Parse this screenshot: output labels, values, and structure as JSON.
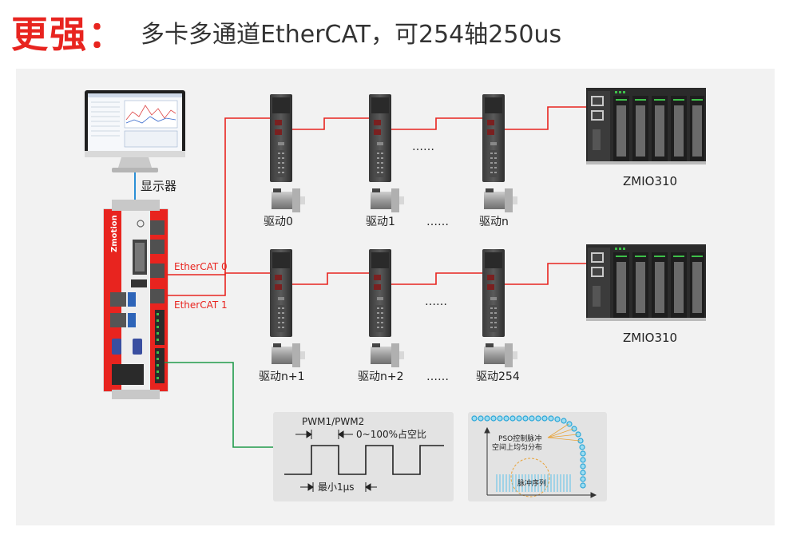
{
  "header": {
    "title_strong": "更强：",
    "title_text": "多卡多通道EtherCAT，可254轴250us"
  },
  "diagram": {
    "monitor_label": "显示器",
    "controller_brand": "Zmotion",
    "ethercat0_label": "EtherCAT 0",
    "ethercat1_label": "EtherCAT 1",
    "ellipsis": "……",
    "row1": {
      "drives": [
        "驱动0",
        "驱动1",
        "驱动n"
      ],
      "io_label": "ZMIO310"
    },
    "row2": {
      "drives": [
        "驱动n+1",
        "驱动n+2",
        "驱动254"
      ],
      "io_label": "ZMIO310"
    },
    "pwm": {
      "title": "PWM1/PWM2",
      "duty": "0~100%占空比",
      "min": "最小1μs"
    },
    "pso": {
      "line1": "PSO控制脉冲",
      "line2": "空间上均匀分布",
      "pulse_label": "脉冲序列"
    }
  },
  "colors": {
    "accent_red": "#e8241f",
    "cable_blue": "#2b8fd6",
    "cable_green": "#1f9a4a",
    "dot_blue": "#2aa7d8"
  }
}
